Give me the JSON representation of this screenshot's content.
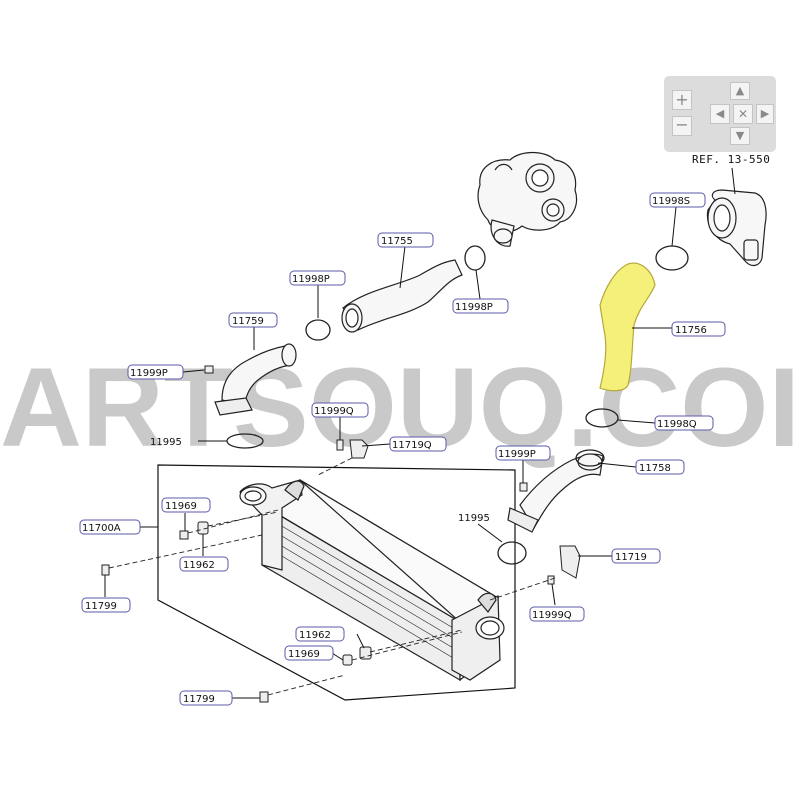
{
  "watermark": "ARTSOUQ.COI",
  "highlight_color": "#f5f07a",
  "callout_border_color": "#5a5aa8",
  "controls": {
    "zoom_in": "+",
    "zoom_out": "−",
    "pan_up": "▲",
    "pan_down": "▼",
    "pan_left": "◀",
    "pan_right": "▶",
    "reset": "✕"
  },
  "reference": "REF. 13-550",
  "callouts": {
    "c11998s": "11998S",
    "c11755": "11755",
    "c11998p_a": "11998P",
    "c11998p_b": "11998P",
    "c11759": "11759",
    "c11756": "11756",
    "c11999p_a": "11999P",
    "c11999q_a": "11999Q",
    "c11998q": "11998Q",
    "c11995_a": "11995",
    "c11719q": "11719Q",
    "c11999p_b": "11999P",
    "c11758": "11758",
    "c11969_a": "11969",
    "c11700a": "11700A",
    "c11995_b": "11995",
    "c11962_a": "11962",
    "c11719": "11719",
    "c11799_a": "11799",
    "c11999q_b": "11999Q",
    "c11962_b": "11962",
    "c11969_b": "11969",
    "c11799_b": "11799"
  }
}
